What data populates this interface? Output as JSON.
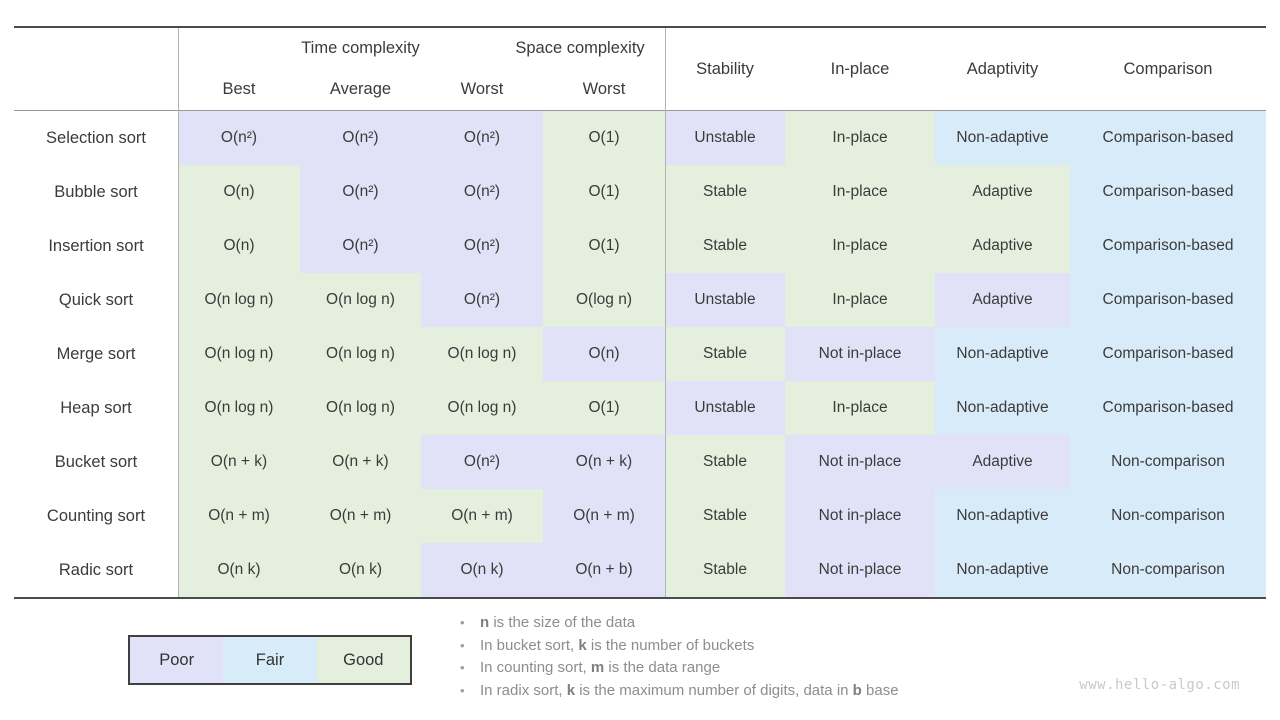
{
  "chart_data": {
    "type": "table",
    "header": {
      "group_time": "Time complexity",
      "group_space": "Space complexity",
      "sub_labels": [
        "Best",
        "Average",
        "Worst",
        "Worst"
      ],
      "attribute_labels": [
        "Stability",
        "In-place",
        "Adaptivity",
        "Comparison"
      ]
    },
    "rating_colors": {
      "poor": "#e1e2f8",
      "fair": "#d7ebf9",
      "good": "#e4efdd"
    },
    "rows": [
      {
        "name": "Selection sort",
        "cells": [
          {
            "text": "O(n²)",
            "rating": "poor"
          },
          {
            "text": "O(n²)",
            "rating": "poor"
          },
          {
            "text": "O(n²)",
            "rating": "poor"
          },
          {
            "text": "O(1)",
            "rating": "good"
          },
          {
            "text": "Unstable",
            "rating": "poor"
          },
          {
            "text": "In-place",
            "rating": "good"
          },
          {
            "text": "Non-adaptive",
            "rating": "fair"
          },
          {
            "text": "Comparison-based",
            "rating": "fair"
          }
        ]
      },
      {
        "name": "Bubble sort",
        "cells": [
          {
            "text": "O(n)",
            "rating": "good"
          },
          {
            "text": "O(n²)",
            "rating": "poor"
          },
          {
            "text": "O(n²)",
            "rating": "poor"
          },
          {
            "text": "O(1)",
            "rating": "good"
          },
          {
            "text": "Stable",
            "rating": "good"
          },
          {
            "text": "In-place",
            "rating": "good"
          },
          {
            "text": "Adaptive",
            "rating": "good"
          },
          {
            "text": "Comparison-based",
            "rating": "fair"
          }
        ]
      },
      {
        "name": "Insertion sort",
        "cells": [
          {
            "text": "O(n)",
            "rating": "good"
          },
          {
            "text": "O(n²)",
            "rating": "poor"
          },
          {
            "text": "O(n²)",
            "rating": "poor"
          },
          {
            "text": "O(1)",
            "rating": "good"
          },
          {
            "text": "Stable",
            "rating": "good"
          },
          {
            "text": "In-place",
            "rating": "good"
          },
          {
            "text": "Adaptive",
            "rating": "good"
          },
          {
            "text": "Comparison-based",
            "rating": "fair"
          }
        ]
      },
      {
        "name": "Quick sort",
        "cells": [
          {
            "text": "O(n log n)",
            "rating": "good"
          },
          {
            "text": "O(n log n)",
            "rating": "good"
          },
          {
            "text": "O(n²)",
            "rating": "poor"
          },
          {
            "text": "O(log n)",
            "rating": "good"
          },
          {
            "text": "Unstable",
            "rating": "poor"
          },
          {
            "text": "In-place",
            "rating": "good"
          },
          {
            "text": "Adaptive",
            "rating": "poor"
          },
          {
            "text": "Comparison-based",
            "rating": "fair"
          }
        ]
      },
      {
        "name": "Merge sort",
        "cells": [
          {
            "text": "O(n log n)",
            "rating": "good"
          },
          {
            "text": "O(n log n)",
            "rating": "good"
          },
          {
            "text": "O(n log n)",
            "rating": "good"
          },
          {
            "text": "O(n)",
            "rating": "poor"
          },
          {
            "text": "Stable",
            "rating": "good"
          },
          {
            "text": "Not in-place",
            "rating": "poor"
          },
          {
            "text": "Non-adaptive",
            "rating": "fair"
          },
          {
            "text": "Comparison-based",
            "rating": "fair"
          }
        ]
      },
      {
        "name": "Heap sort",
        "cells": [
          {
            "text": "O(n log n)",
            "rating": "good"
          },
          {
            "text": "O(n log n)",
            "rating": "good"
          },
          {
            "text": "O(n log n)",
            "rating": "good"
          },
          {
            "text": "O(1)",
            "rating": "good"
          },
          {
            "text": "Unstable",
            "rating": "poor"
          },
          {
            "text": "In-place",
            "rating": "good"
          },
          {
            "text": "Non-adaptive",
            "rating": "fair"
          },
          {
            "text": "Comparison-based",
            "rating": "fair"
          }
        ]
      },
      {
        "name": "Bucket sort",
        "cells": [
          {
            "text": "O(n + k)",
            "rating": "good"
          },
          {
            "text": "O(n + k)",
            "rating": "good"
          },
          {
            "text": "O(n²)",
            "rating": "poor"
          },
          {
            "text": "O(n + k)",
            "rating": "poor"
          },
          {
            "text": "Stable",
            "rating": "good"
          },
          {
            "text": "Not in-place",
            "rating": "poor"
          },
          {
            "text": "Adaptive",
            "rating": "poor"
          },
          {
            "text": "Non-comparison",
            "rating": "fair"
          }
        ]
      },
      {
        "name": "Counting sort",
        "cells": [
          {
            "text": "O(n + m)",
            "rating": "good"
          },
          {
            "text": "O(n + m)",
            "rating": "good"
          },
          {
            "text": "O(n + m)",
            "rating": "good"
          },
          {
            "text": "O(n + m)",
            "rating": "poor"
          },
          {
            "text": "Stable",
            "rating": "good"
          },
          {
            "text": "Not in-place",
            "rating": "poor"
          },
          {
            "text": "Non-adaptive",
            "rating": "fair"
          },
          {
            "text": "Non-comparison",
            "rating": "fair"
          }
        ]
      },
      {
        "name": "Radic sort",
        "cells": [
          {
            "text": "O(n k)",
            "rating": "good"
          },
          {
            "text": "O(n k)",
            "rating": "good"
          },
          {
            "text": "O(n k)",
            "rating": "poor"
          },
          {
            "text": "O(n + b)",
            "rating": "poor"
          },
          {
            "text": "Stable",
            "rating": "good"
          },
          {
            "text": "Not in-place",
            "rating": "poor"
          },
          {
            "text": "Non-adaptive",
            "rating": "fair"
          },
          {
            "text": "Non-comparison",
            "rating": "fair"
          }
        ]
      }
    ]
  },
  "legend": {
    "items": [
      {
        "label": "Poor",
        "rating": "poor"
      },
      {
        "label": "Fair",
        "rating": "fair"
      },
      {
        "label": "Good",
        "rating": "good"
      }
    ]
  },
  "footer": {
    "notes": [
      [
        {
          "text": "n",
          "bold": true
        },
        {
          "text": " is the size of the data",
          "bold": false
        }
      ],
      [
        {
          "text": "In bucket sort, ",
          "bold": false
        },
        {
          "text": "k",
          "bold": true
        },
        {
          "text": " is the number of buckets",
          "bold": false
        }
      ],
      [
        {
          "text": "In counting sort, ",
          "bold": false
        },
        {
          "text": "m",
          "bold": true
        },
        {
          "text": " is the data range",
          "bold": false
        }
      ],
      [
        {
          "text": "In radix sort, ",
          "bold": false
        },
        {
          "text": "k",
          "bold": true
        },
        {
          "text": " is the maximum number of digits, data in ",
          "bold": false
        },
        {
          "text": "b",
          "bold": true
        },
        {
          "text": " base",
          "bold": false
        }
      ]
    ],
    "watermark": "www.hello-algo.com"
  }
}
